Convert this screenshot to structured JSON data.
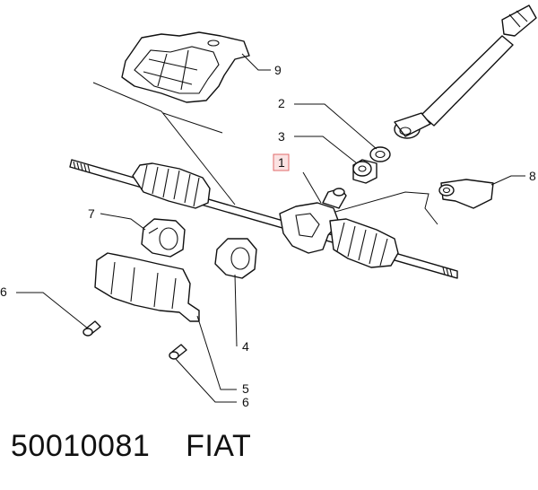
{
  "callouts": [
    {
      "id": "1",
      "label": "1"
    },
    {
      "id": "2",
      "label": "2"
    },
    {
      "id": "3",
      "label": "3"
    },
    {
      "id": "4",
      "label": "4"
    },
    {
      "id": "5",
      "label": "5"
    },
    {
      "id": "6a",
      "label": "6"
    },
    {
      "id": "6b",
      "label": "6"
    },
    {
      "id": "7",
      "label": "7"
    },
    {
      "id": "8",
      "label": "8"
    },
    {
      "id": "9",
      "label": "9"
    }
  ],
  "caption": {
    "part_number": "50010081",
    "brand": "FIAT"
  },
  "highlight_color": "#e06a6a"
}
